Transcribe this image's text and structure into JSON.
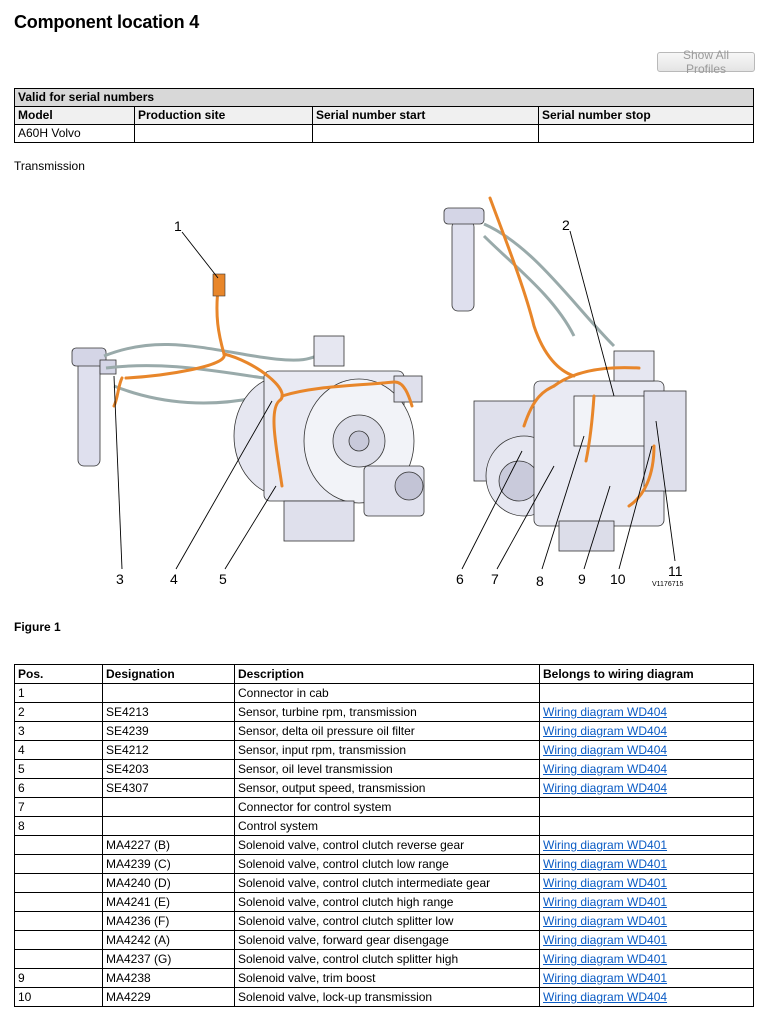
{
  "page": {
    "title": "Component location 4",
    "show_all_profiles": "Show All Profiles",
    "subheading": "Transmission",
    "figure_caption": "Figure 1"
  },
  "serial_table": {
    "caption": "Valid for serial numbers",
    "headers": [
      "Model",
      "Production site",
      "Serial number start",
      "Serial number stop"
    ],
    "row": [
      "A60H Volvo",
      "",
      "",
      ""
    ]
  },
  "figure": {
    "callouts": [
      "1",
      "2",
      "3",
      "4",
      "5",
      "6",
      "7",
      "8",
      "9",
      "10",
      "11"
    ],
    "image_code": "V1176715"
  },
  "colors": {
    "harness": "#e8862a",
    "link": "#0a5bc4",
    "caption_bg": "#d8d8d8"
  },
  "components": {
    "headers": [
      "Pos.",
      "Designation",
      "Description",
      "Belongs to wiring diagram"
    ],
    "rows": [
      {
        "pos": "1",
        "designation": "",
        "description": "Connector in cab",
        "diagram": ""
      },
      {
        "pos": "2",
        "designation": "SE4213",
        "description": "Sensor, turbine rpm, transmission",
        "diagram": "Wiring diagram WD404"
      },
      {
        "pos": "3",
        "designation": "SE4239",
        "description": "Sensor, delta oil pressure oil filter",
        "diagram": "Wiring diagram WD404"
      },
      {
        "pos": "4",
        "designation": "SE4212",
        "description": "Sensor, input rpm, transmission",
        "diagram": "Wiring diagram WD404"
      },
      {
        "pos": "5",
        "designation": "SE4203",
        "description": "Sensor, oil level transmission",
        "diagram": "Wiring diagram WD404"
      },
      {
        "pos": "6",
        "designation": "SE4307",
        "description": "Sensor, output speed, transmission",
        "diagram": "Wiring diagram WD404"
      },
      {
        "pos": "7",
        "designation": "",
        "description": "Connector for control system",
        "diagram": ""
      },
      {
        "pos": "8",
        "designation": "",
        "description": "Control system",
        "diagram": ""
      },
      {
        "pos": "",
        "designation": "MA4227 (B)",
        "description": "Solenoid valve, control clutch reverse gear",
        "diagram": "Wiring diagram WD401"
      },
      {
        "pos": "",
        "designation": "MA4239 (C)",
        "description": "Solenoid valve, control clutch low range",
        "diagram": "Wiring diagram WD401"
      },
      {
        "pos": "",
        "designation": "MA4240 (D)",
        "description": "Solenoid valve, control clutch intermediate gear",
        "diagram": "Wiring diagram WD401"
      },
      {
        "pos": "",
        "designation": "MA4241 (E)",
        "description": "Solenoid valve, control clutch high range",
        "diagram": "Wiring diagram WD401"
      },
      {
        "pos": "",
        "designation": "MA4236 (F)",
        "description": "Solenoid valve, control clutch splitter low",
        "diagram": "Wiring diagram WD401"
      },
      {
        "pos": "",
        "designation": "MA4242 (A)",
        "description": "Solenoid valve, forward gear disengage",
        "diagram": "Wiring diagram WD401"
      },
      {
        "pos": "",
        "designation": "MA4237 (G)",
        "description": "Solenoid valve, control clutch splitter high",
        "diagram": "Wiring diagram WD401"
      },
      {
        "pos": "9",
        "designation": "MA4238",
        "description": "Solenoid valve, trim boost",
        "diagram": "Wiring diagram WD401"
      },
      {
        "pos": "10",
        "designation": "MA4229",
        "description": "Solenoid valve, lock-up transmission",
        "diagram": "Wiring diagram WD404"
      }
    ]
  }
}
